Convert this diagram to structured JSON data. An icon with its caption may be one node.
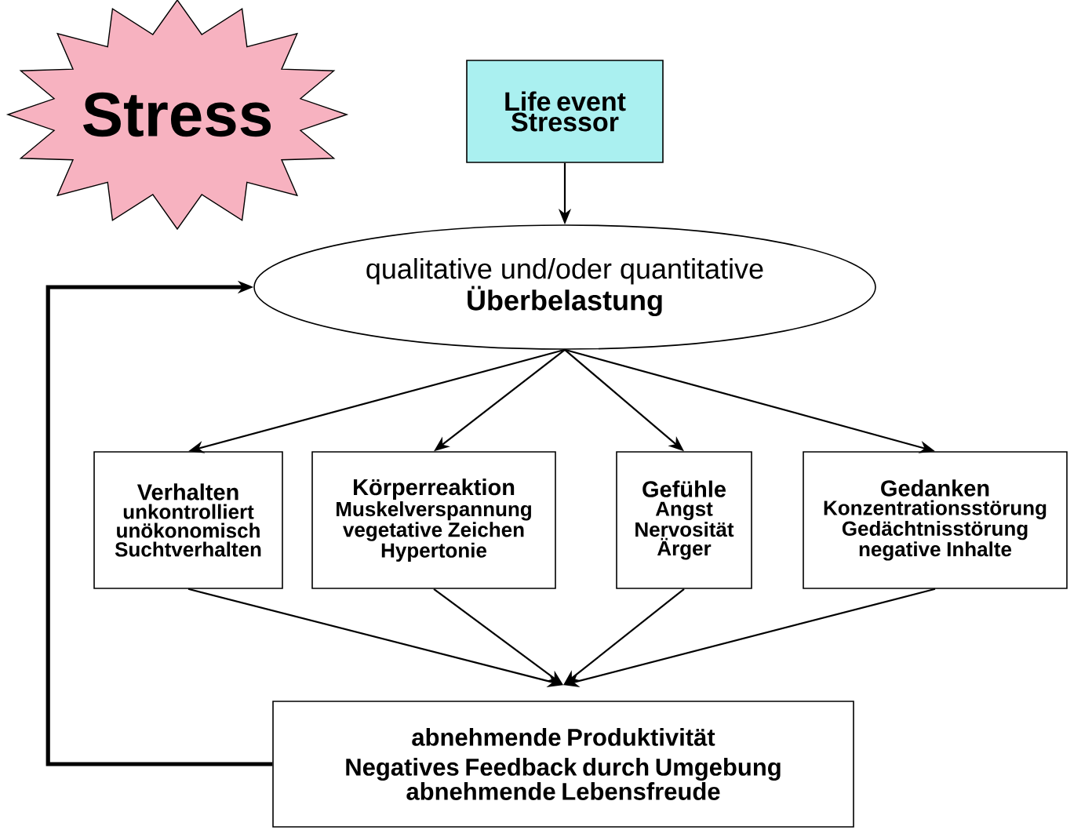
{
  "diagram": {
    "nodes": [
      {
        "text": [
          "Stress"
        ]
      },
      {
        "text": [
          "Life event Stressor"
        ]
      },
      {
        "text": [
          "qualitative und/oder quantitative",
          "Überbelastung"
        ]
      },
      {
        "text": [
          "Verhalten",
          "unkontrolliert unökonomisch Suchtverhalten"
        ]
      },
      {
        "text": [
          "Körperreaktion",
          "Muskelverspannung vegetative Zeichen Hypertonie"
        ]
      },
      {
        "text": [
          "Gefühle",
          "Angst Nervosität Ärger"
        ]
      },
      {
        "text": [
          "Gedanken",
          "Konzentrationsstörung Gedächtnisstörung negative Inhalte"
        ]
      },
      {
        "text": [
          "abnehmende Produktivität",
          "Negatives Feedback durch Umgebung",
          "abnehmende Lebensfreude"
        ]
      }
    ],
    "edges": [
      {
        "from": 1,
        "to": 2,
        "arrow": "to"
      },
      {
        "from": 2,
        "to": 3,
        "arrow": "to"
      },
      {
        "from": 2,
        "to": 4,
        "arrow": "to"
      },
      {
        "from": 2,
        "to": 5,
        "arrow": "to"
      },
      {
        "from": 2,
        "to": 6,
        "arrow": "to"
      },
      {
        "from": 3,
        "to": 7,
        "arrow": "to"
      },
      {
        "from": 4,
        "to": 7,
        "arrow": "to"
      },
      {
        "from": 5,
        "to": 7,
        "arrow": "to"
      },
      {
        "from": 6,
        "to": 7,
        "arrow": "to"
      },
      {
        "from": 7,
        "to": 2,
        "arrow": "to",
        "style": "thick"
      }
    ]
  }
}
